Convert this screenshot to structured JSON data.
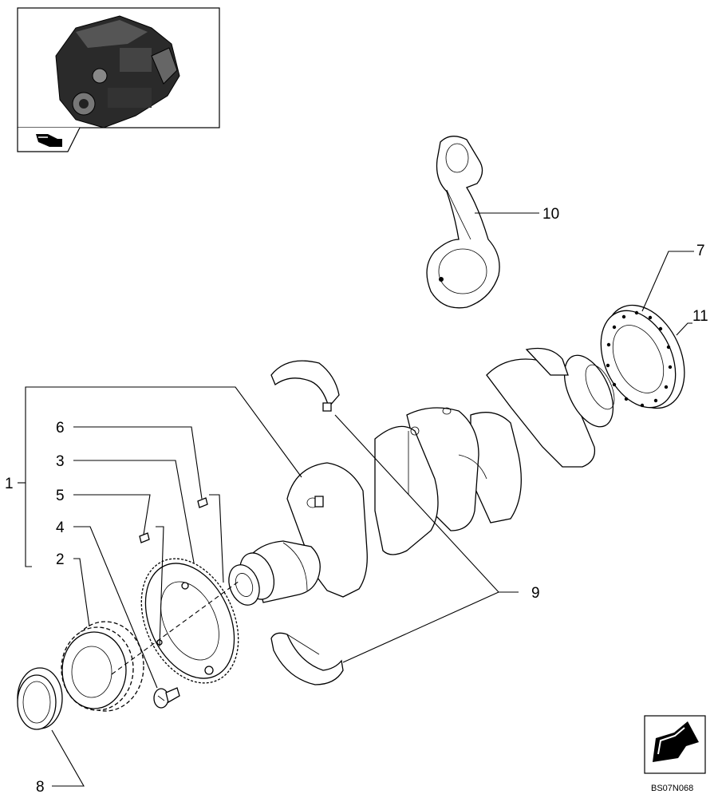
{
  "document": {
    "drawing_code": "BS07N068"
  },
  "callouts": [
    {
      "id": "1",
      "label": "1",
      "part": "crankshaft-assembly"
    },
    {
      "id": "2",
      "label": "2",
      "part": "crankshaft-gear"
    },
    {
      "id": "3",
      "label": "3",
      "part": "tone-wheel"
    },
    {
      "id": "4",
      "label": "4",
      "part": "screw"
    },
    {
      "id": "5",
      "label": "5",
      "part": "pin"
    },
    {
      "id": "6",
      "label": "6",
      "part": "dowel-pin"
    },
    {
      "id": "7",
      "label": "7",
      "part": "rear-seal"
    },
    {
      "id": "8",
      "label": "8",
      "part": "front-seal"
    },
    {
      "id": "9",
      "label": "9",
      "part": "main-bearing-shell"
    },
    {
      "id": "10",
      "label": "10",
      "part": "connecting-rod"
    },
    {
      "id": "11",
      "label": "11",
      "part": "rear-seal-flange"
    }
  ],
  "icons": {
    "thumbnail": "engine-thumbnail-icon",
    "back_arrow": "back-arrow-icon",
    "next_arrow": "next-arrow-icon"
  }
}
